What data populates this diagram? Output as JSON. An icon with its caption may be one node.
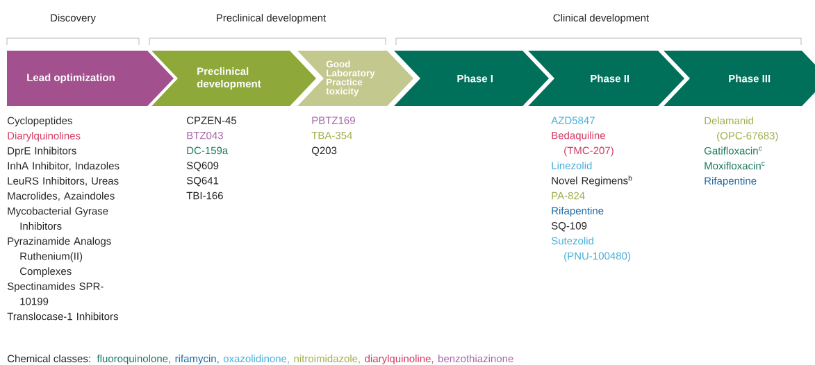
{
  "diagram": {
    "nodes": [
      {
        "text": [
          "Lead optimization"
        ],
        "beside": [
          "Cyclopeptides",
          "Diarylquinolines",
          "DprE Inhibitors",
          "InhA Inhibitor, Indazoles",
          "LeuRS Inhibitors, Ureas",
          "Macrolides, Azaindoles",
          "Mycobacterial Gyrase Inhibitors",
          "Pyrazinamide Analogs Ruthenium(II) Complexes",
          "Spectinamides SPR-10199",
          "Translocase-1 Inhibitors"
        ]
      },
      {
        "text": [
          "Preclinical development"
        ],
        "beside": [
          "CPZEN-45",
          "BTZ043",
          "DC-159a",
          "SQ609",
          "SQ641",
          "TBI-166"
        ]
      },
      {
        "text": [
          "Good Laboratory Practice toxicity"
        ],
        "beside": [
          "PBTZ169",
          "TBA-354",
          "Q203"
        ]
      },
      {
        "text": [
          "Phase I"
        ]
      },
      {
        "text": [
          "Phase II"
        ],
        "beside": [
          "AZD5847",
          "Bedaquiline (TMC-207)",
          "Linezolid",
          "Novel Regimens$^{b}$",
          "PA-824",
          "Rifapentine",
          "SQ-109",
          "Sutezolid (PNU-100480)"
        ]
      },
      {
        "text": [
          "Phase III"
        ],
        "beside": [
          "Delamanid (OPC-67683)",
          "Gatifloxacin$^{c}$",
          "Moxifloxacin$^{c}$",
          "Rifapentine"
        ]
      }
    ],
    "labels": [
      "Discovery",
      "Preclinical development",
      "Clinical development",
      "Chemical classes:"
    ],
    "legend": [
      {
        "text": "fluoroquinolone,",
        "color": "#1b7a60"
      },
      {
        "text": "rifamycin,",
        "color": "#1f6aa5"
      },
      {
        "text": "oxazolidinone,",
        "color": "#4aaed8"
      },
      {
        "text": "nitroimidazole,",
        "color": "#a2ad4c"
      },
      {
        "text": "diarylquinoline,",
        "color": "#d23a62"
      },
      {
        "text": "benzothiazinone",
        "color": "#a866a8"
      }
    ]
  }
}
